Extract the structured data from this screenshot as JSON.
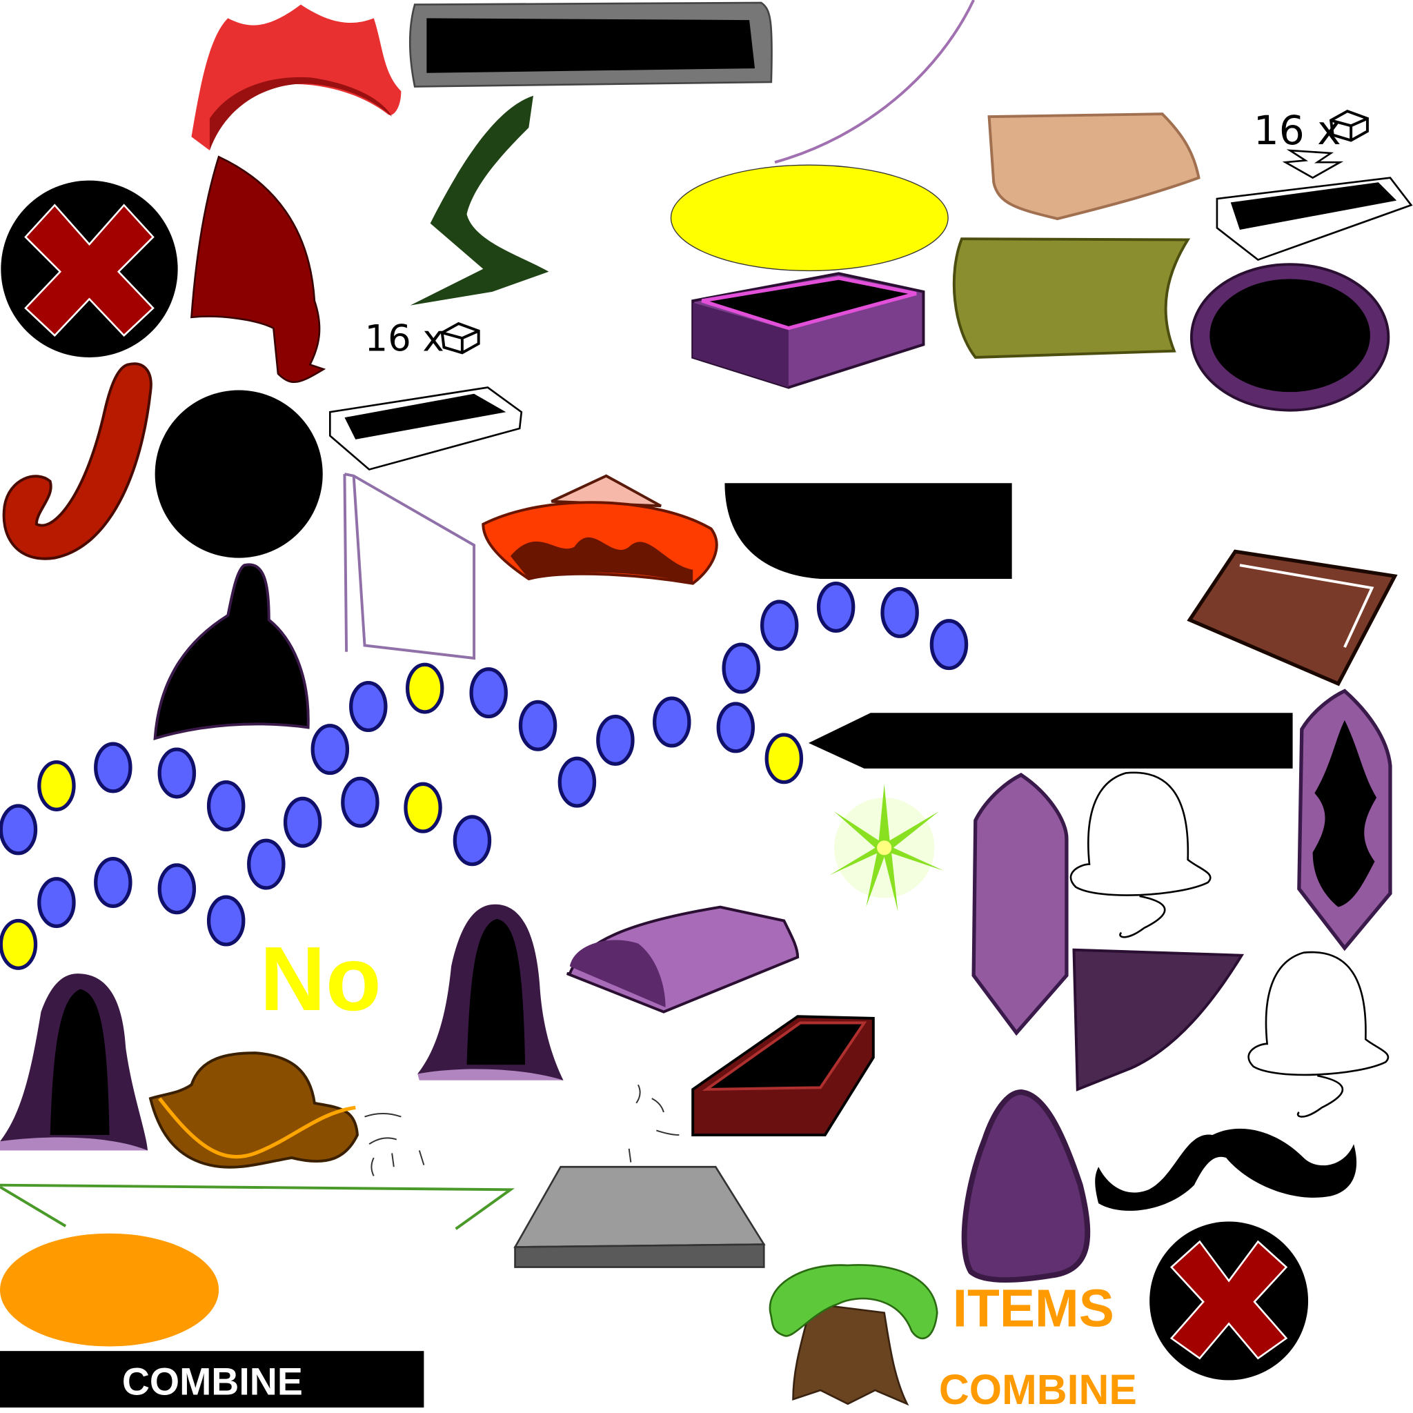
{
  "sheet": {
    "labels": {
      "count_top": "16 x",
      "count_mid": "16 x",
      "no": "No",
      "items": "ITEMS",
      "combine_bar": "COMBINE",
      "combine_orange": "COMBINE"
    },
    "colors": {
      "orange": "#ff9b00",
      "yellow": "#ffff00",
      "blue_dot": "#5a63ff",
      "purple": "#845096",
      "dark_red": "#a30000"
    },
    "icons": [
      "close-x-icon",
      "cube-icon",
      "tree-icon",
      "sparkle-icon",
      "mustache-icon",
      "bowler-hat-icon"
    ]
  }
}
